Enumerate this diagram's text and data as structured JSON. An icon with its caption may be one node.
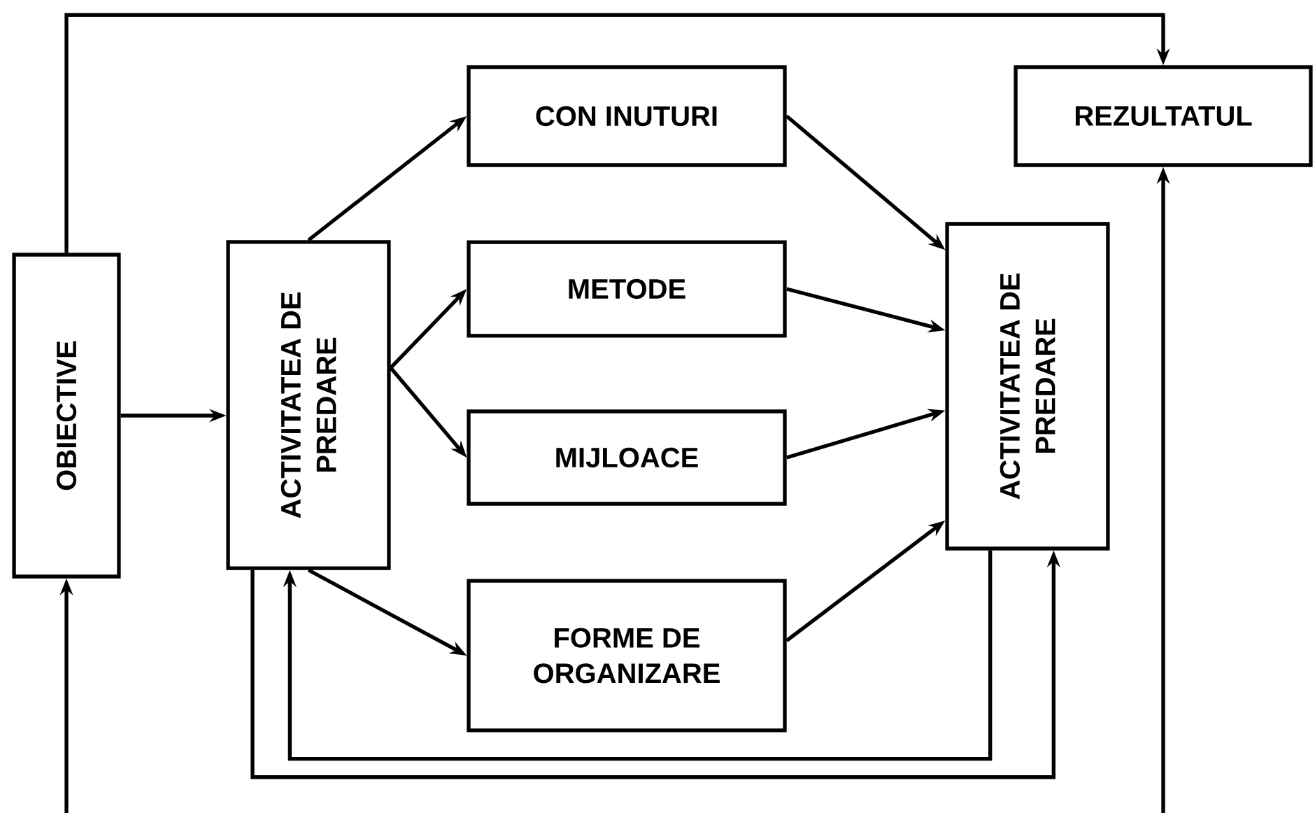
{
  "diagram": {
    "nodes": [
      {
        "text": [
          "OBIECTIVE"
        ]
      },
      {
        "text": [
          "ACTIVITATEA DE PREDARE"
        ]
      },
      {
        "text": [
          "CON INUTURI"
        ]
      },
      {
        "text": [
          "METODE"
        ]
      },
      {
        "text": [
          "MIJLOACE"
        ]
      },
      {
        "text": [
          "FORME DE ORGANIZARE"
        ]
      },
      {
        "text": [
          "ACTIVITATEA DE PREDARE"
        ]
      },
      {
        "text": [
          "REZULTATUL"
        ]
      }
    ],
    "edges": [
      {
        "from": 0,
        "to": 7,
        "arrow": "to"
      },
      {
        "from": 0,
        "to": 1,
        "arrow": "to"
      },
      {
        "from": 1,
        "to": 2,
        "arrow": "to"
      },
      {
        "from": 1,
        "to": 3,
        "arrow": "to"
      },
      {
        "from": 1,
        "to": 4,
        "arrow": "to"
      },
      {
        "from": 1,
        "to": 5,
        "arrow": "to"
      },
      {
        "from": 2,
        "to": 6,
        "arrow": "to"
      },
      {
        "from": 3,
        "to": 6,
        "arrow": "to"
      },
      {
        "from": 4,
        "to": 6,
        "arrow": "to"
      },
      {
        "from": 5,
        "to": 6,
        "arrow": "to"
      },
      {
        "from": 6,
        "to": 1,
        "arrow": "to"
      },
      {
        "from": 1,
        "to": 6,
        "arrow": "to"
      },
      {
        "from": null,
        "to": 0,
        "arrow": "to"
      },
      {
        "from": null,
        "to": 7,
        "arrow": "to"
      }
    ]
  }
}
